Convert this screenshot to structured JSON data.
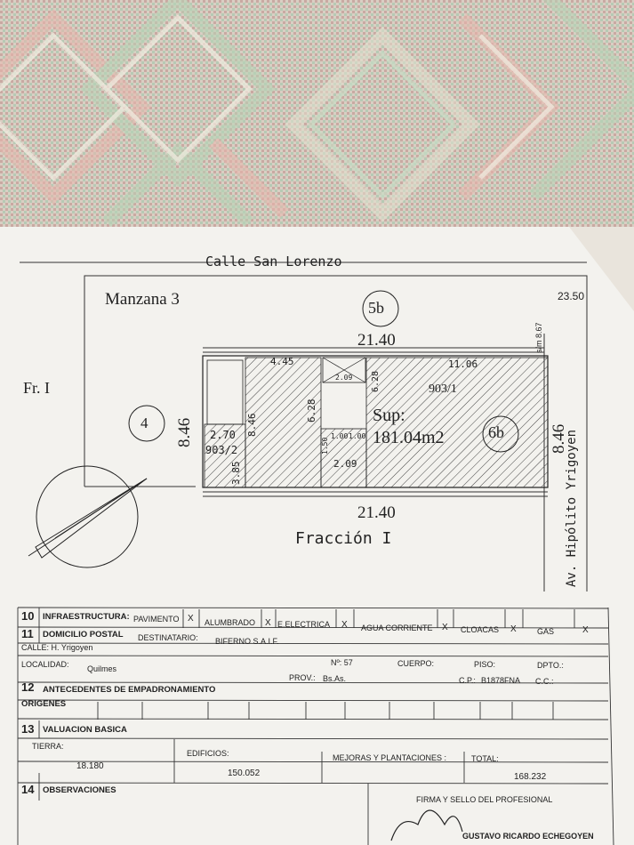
{
  "plan": {
    "street_top": "Calle San Lorenzo",
    "block": "Manzana 3",
    "lot_5b": "5b",
    "dim_top": "21.40",
    "dim_bottom": "21.40",
    "dim_right_outer": "23.50",
    "dim_right_small": "s/m 8.67",
    "dim_left": "8.46",
    "dim_right": "8.46",
    "lot_4": "4",
    "fr_left": "Fr. I",
    "fraccion": "Fracción I",
    "avenue": "Av. Hipólito Yrigoyen",
    "d_445": "4.45",
    "d_1106": "11.06",
    "d_209a": "2.09",
    "d_628a": "6.28",
    "d_628b": "6.28",
    "d_209b": "2.09",
    "d_270": "2.70",
    "d_846s": "8.46",
    "d_385": "3.85",
    "d_100a": "1.00",
    "d_100b": "1.00",
    "d_150": "1.50",
    "parcel_903_1": "903/1",
    "parcel_903_2": "903/2",
    "sup_label": "Sup:",
    "sup_value": "181.04m2",
    "lot_6b": "6b"
  },
  "form": {
    "r10_num": "10",
    "r10_label": "INFRAESTRUCTURA:",
    "r10_items": [
      "PAVIMENTO",
      "ALUMBRADO",
      "E.ELECTRICA",
      "AGUA CORRIENTE",
      "CLOACAS",
      "GAS"
    ],
    "r10_marks": [
      "X",
      "X",
      "X",
      "X",
      "X",
      "X"
    ],
    "r11_num": "11",
    "r11_label": "DOMICILIO POSTAL",
    "destinatario_label": "DESTINATARIO:",
    "destinatario_value": "BIFERNO S.A.I.F.",
    "calle": "CALLE:  H. Yrigoyen",
    "nro_label": "Nº: 57",
    "cuerpo_label": "CUERPO:",
    "piso_label": "PISO:",
    "dpto_label": "DPTO.:",
    "localidad_label": "LOCALIDAD:",
    "localidad_value": "Quilmes",
    "prov_label": "PROV.:",
    "prov_value": "Bs.As.",
    "cp_label": "C.P.:",
    "cp_value": "B1878FNA",
    "cc_label": "C.C.:",
    "r12_num": "12",
    "r12_label": "ANTECEDENTES DE EMPADRONAMIENTO",
    "origenes_label": "ORIGENES",
    "r13_num": "13",
    "r13_label": "VALUACION BASICA",
    "tierra_label": "TIERRA:",
    "tierra_value": "18.180",
    "edificios_label": "EDIFICIOS:",
    "edificios_value": "150.052",
    "mejoras_label": "MEJORAS Y PLANTACIONES :",
    "total_label": "TOTAL:",
    "total_value": "168.232",
    "r14_num": "14",
    "r14_label": "OBSERVACIONES",
    "firma_label": "FIRMA Y SELLO DEL PROFESIONAL",
    "firma_name": "GUSTAVO RICARDO ECHEGOYEN"
  }
}
